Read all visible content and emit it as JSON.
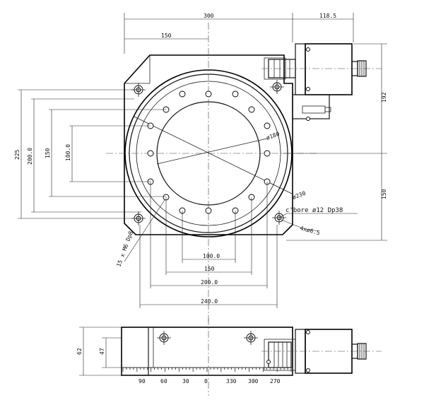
{
  "labels": {
    "dim_300": "300",
    "dim_118_5": "118.5",
    "dim_150_top": "150",
    "dim_225": "225",
    "dim_200_left": "200.0",
    "dim_150_left": "150",
    "dim_100_left": "100.0",
    "dim_phi180": "ø180",
    "dim_phi230": "ø230",
    "dim_192_right": "192",
    "dim_150_right": "150",
    "counterbore": "c'bore ø12 Dp38",
    "holes_4x": "4xø6.5",
    "holes_15x": "15 x M6 Dp8",
    "dim_100_bottom": "100.0",
    "dim_150_bottom": "150",
    "dim_200_bottom": "200.0",
    "dim_240_bottom": "240.0",
    "dim_62": "62",
    "dim_47": "47"
  },
  "scale_ticks": [
    "90",
    "60",
    "30",
    "0",
    "330",
    "300",
    "270"
  ]
}
